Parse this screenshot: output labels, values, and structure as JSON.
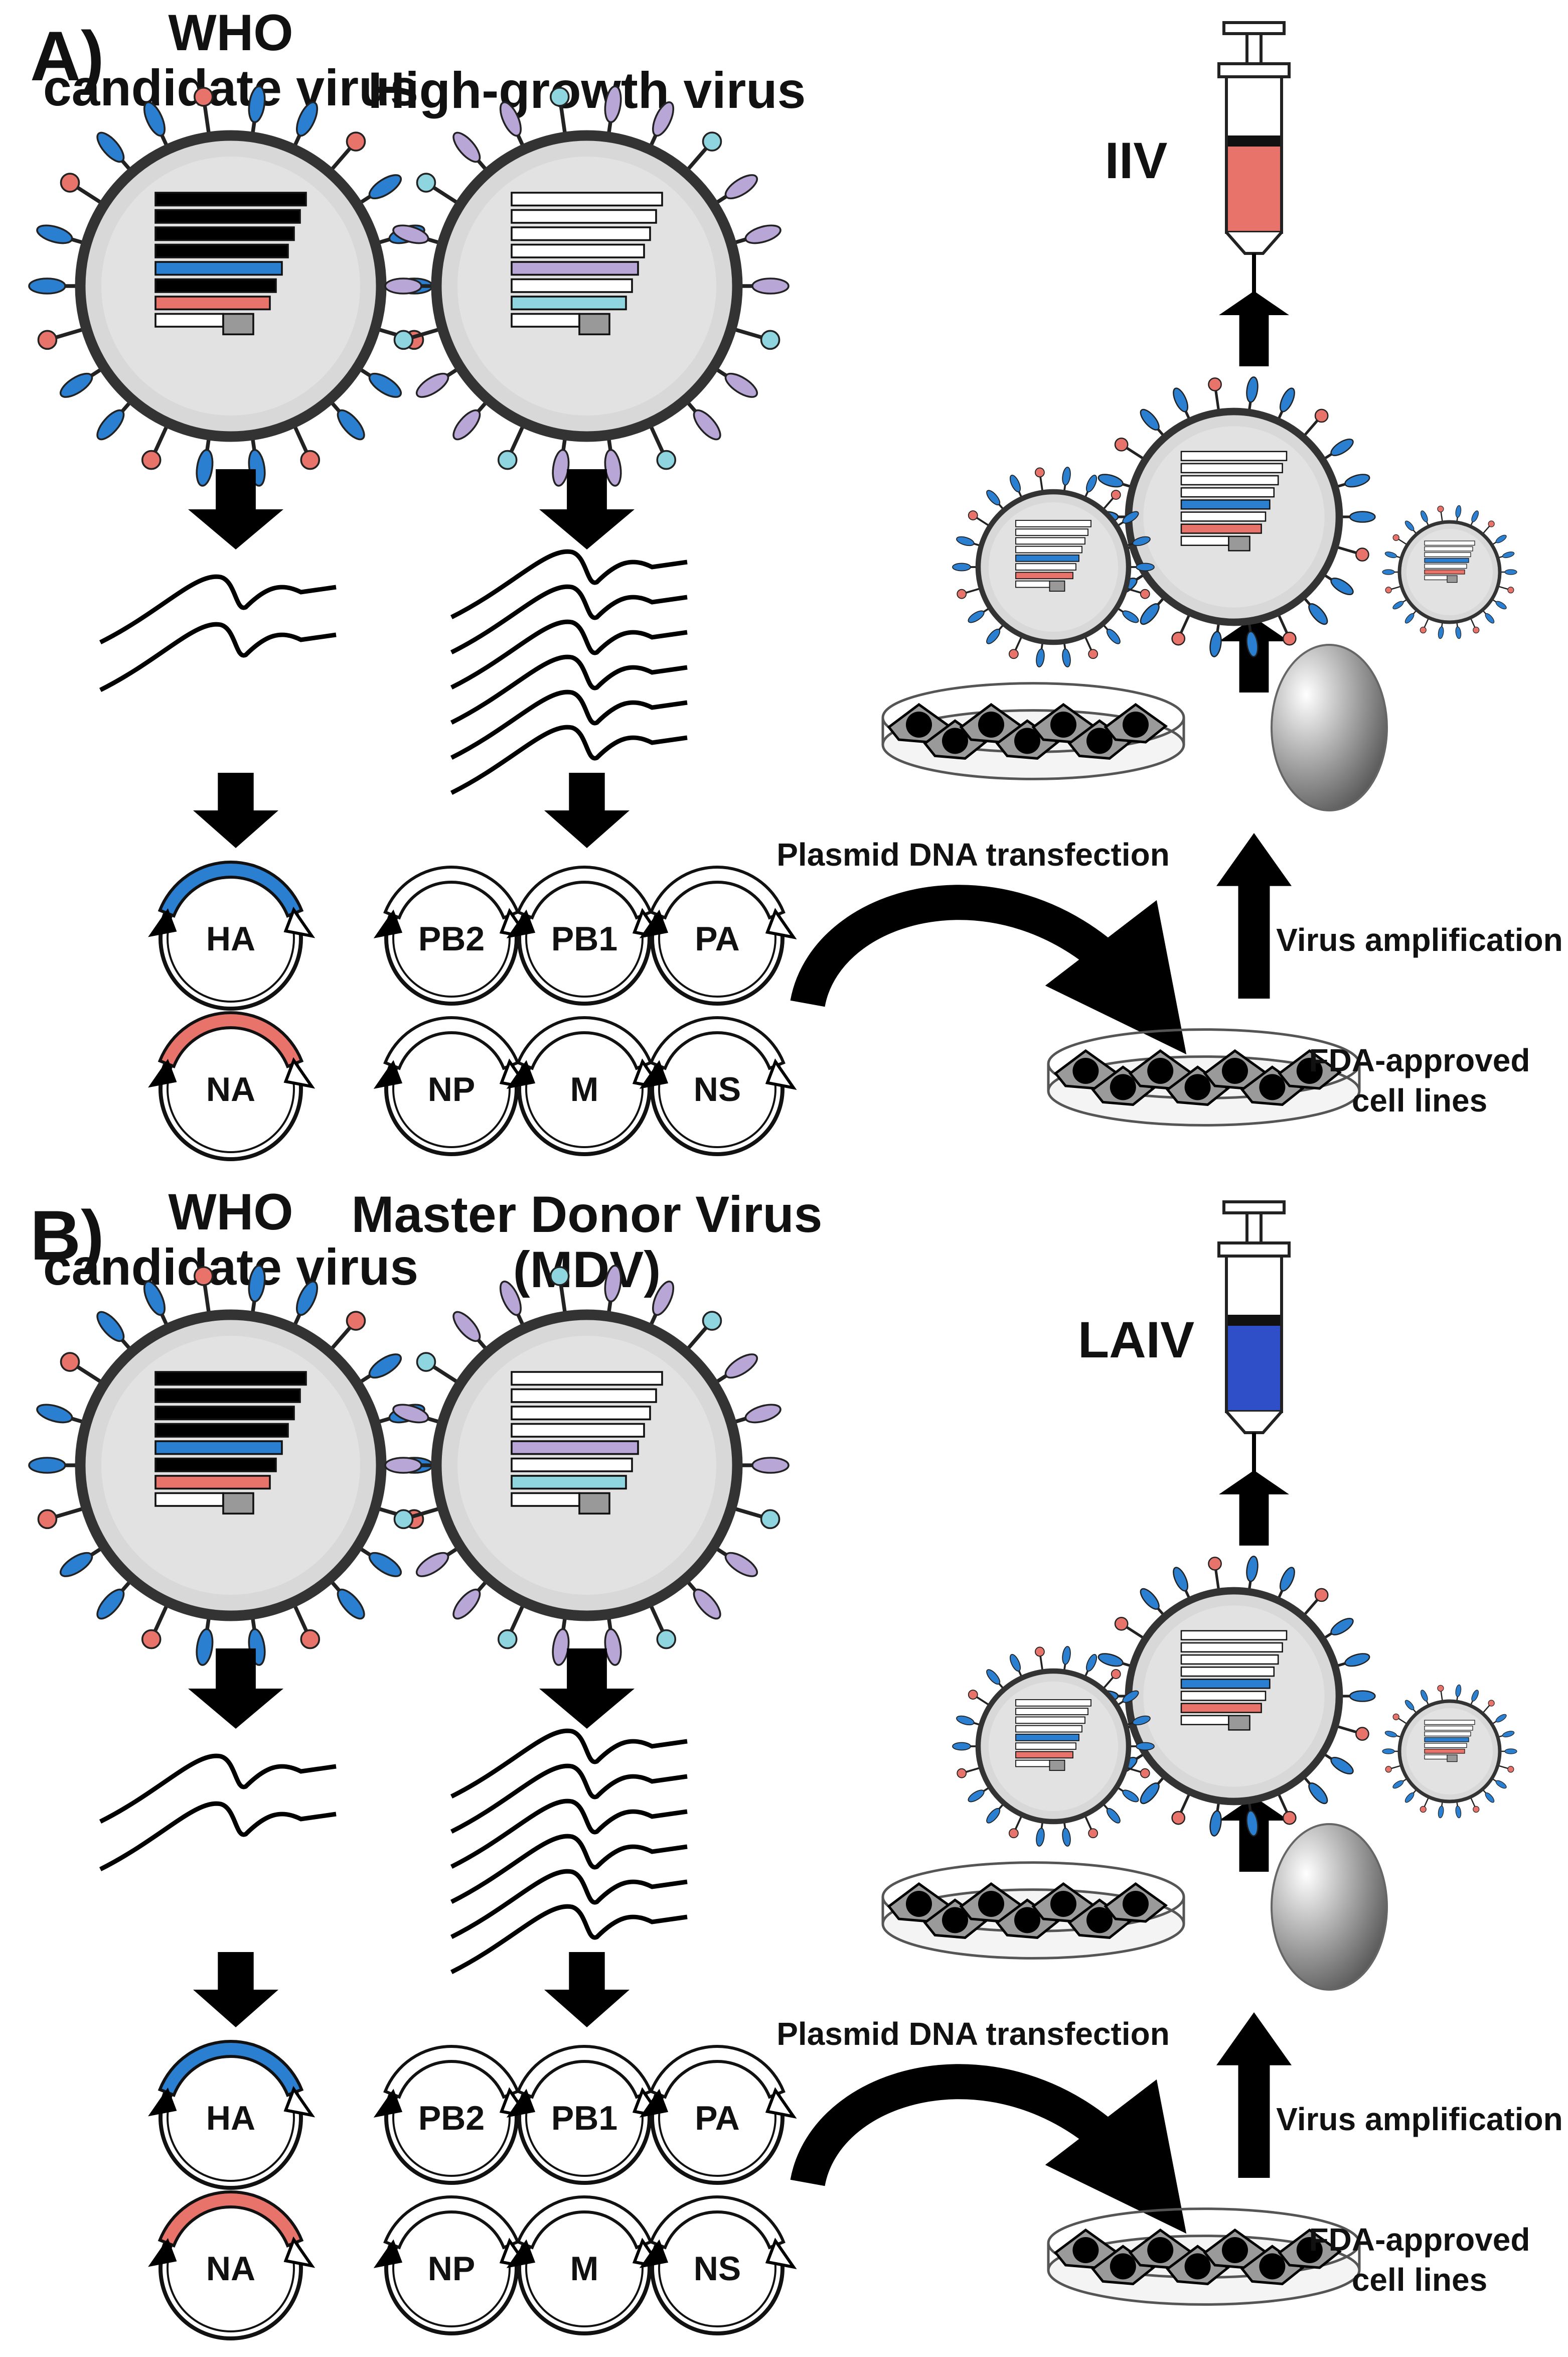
{
  "panels": [
    {
      "id": "A",
      "label": "A)",
      "candidate_title": [
        "WHO",
        "candidate virus"
      ],
      "donor_title": [
        "High-growth virus"
      ],
      "vaccine_label": "IIV",
      "transfection_label": "Plasmid DNA transfection",
      "amplification_label": "Virus amplification",
      "cell_lines_label": [
        "FDA-approved",
        "cell lines"
      ],
      "candidate_plasmids": [
        "HA",
        "NA"
      ],
      "donor_plasmids": [
        "PB2",
        "PB1",
        "PA",
        "NP",
        "M",
        "NS"
      ],
      "vaccine_color": "#e8736a"
    },
    {
      "id": "B",
      "label": "B)",
      "candidate_title": [
        "WHO",
        "candidate virus"
      ],
      "donor_title": [
        "Master Donor Virus",
        "(MDV)"
      ],
      "vaccine_label": "LAIV",
      "transfection_label": "Plasmid DNA transfection",
      "amplification_label": "Virus amplification",
      "cell_lines_label": [
        "FDA-approved",
        "cell lines"
      ],
      "candidate_plasmids": [
        "HA",
        "NA"
      ],
      "donor_plasmids": [
        "PB2",
        "PB1",
        "PA",
        "NP",
        "M",
        "NS"
      ],
      "vaccine_color": "#2f4fc9"
    }
  ],
  "colors": {
    "ha_segment": "#2b7fd0",
    "na_segment": "#e8736a",
    "donor_ha": "#b8a6d6",
    "donor_na": "#8fd5e0",
    "virion_fill": "#d8d8d8",
    "segment_dark": "#000000"
  }
}
